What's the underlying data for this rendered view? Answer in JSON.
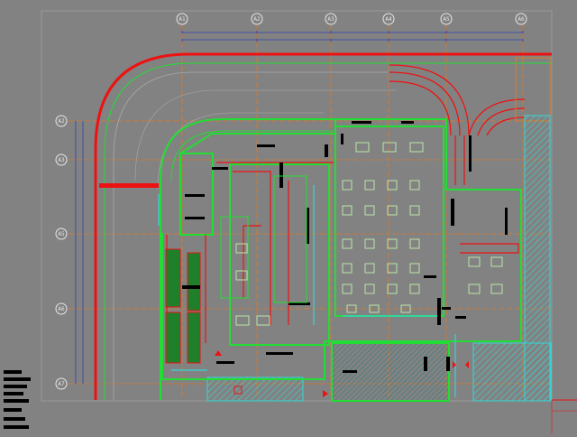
{
  "drawing": {
    "background": "#828282",
    "colors": {
      "wall_green": "#22dd33",
      "road_red": "#ee1111",
      "axis_orange": "#e07a22",
      "hatch_cyan": "#35d6d6",
      "dim_blue": "#3340aa",
      "ink_black": "#000000",
      "furniture_green": "#b9e7a8",
      "dark_green": "#1f7f2a"
    },
    "grid_columns": [
      {
        "id": "col-a1",
        "label": "A1"
      },
      {
        "id": "col-a2",
        "label": "A2"
      },
      {
        "id": "col-a3",
        "label": "A3"
      },
      {
        "id": "col-a4",
        "label": "A4"
      },
      {
        "id": "col-a5",
        "label": "A5"
      },
      {
        "id": "col-a6",
        "label": "A6"
      }
    ],
    "grid_rows": [
      {
        "id": "row-a2",
        "label": "A2"
      },
      {
        "id": "row-a3",
        "label": "A3"
      },
      {
        "id": "row-a5",
        "label": "A5"
      },
      {
        "id": "row-a6",
        "label": "A6"
      },
      {
        "id": "row-a7",
        "label": "A7"
      }
    ]
  }
}
